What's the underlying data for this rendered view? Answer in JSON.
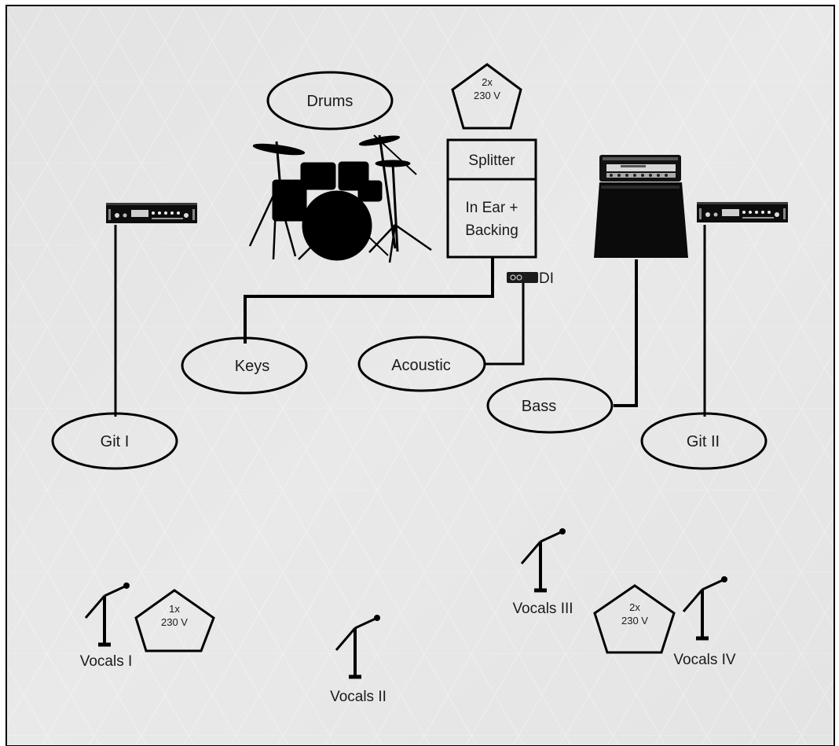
{
  "stage": {
    "drums": "Drums",
    "splitter": "Splitter",
    "in_ear_line1": "In Ear +",
    "in_ear_line2": "Backing",
    "di": "DI",
    "keys": "Keys",
    "acoustic": "Acoustic",
    "bass": "Bass",
    "git1": "Git I",
    "git2": "Git II"
  },
  "power": [
    {
      "count": "2x",
      "voltage": "230 V"
    },
    {
      "count": "1x",
      "voltage": "230 V"
    },
    {
      "count": "2x",
      "voltage": "230 V"
    }
  ],
  "vocals": [
    "Vocals I",
    "Vocals II",
    "Vocals III",
    "Vocals IV"
  ],
  "colors": {
    "background": "#e7e7e7",
    "ink": "#000000",
    "label": "#1a1a1a"
  }
}
